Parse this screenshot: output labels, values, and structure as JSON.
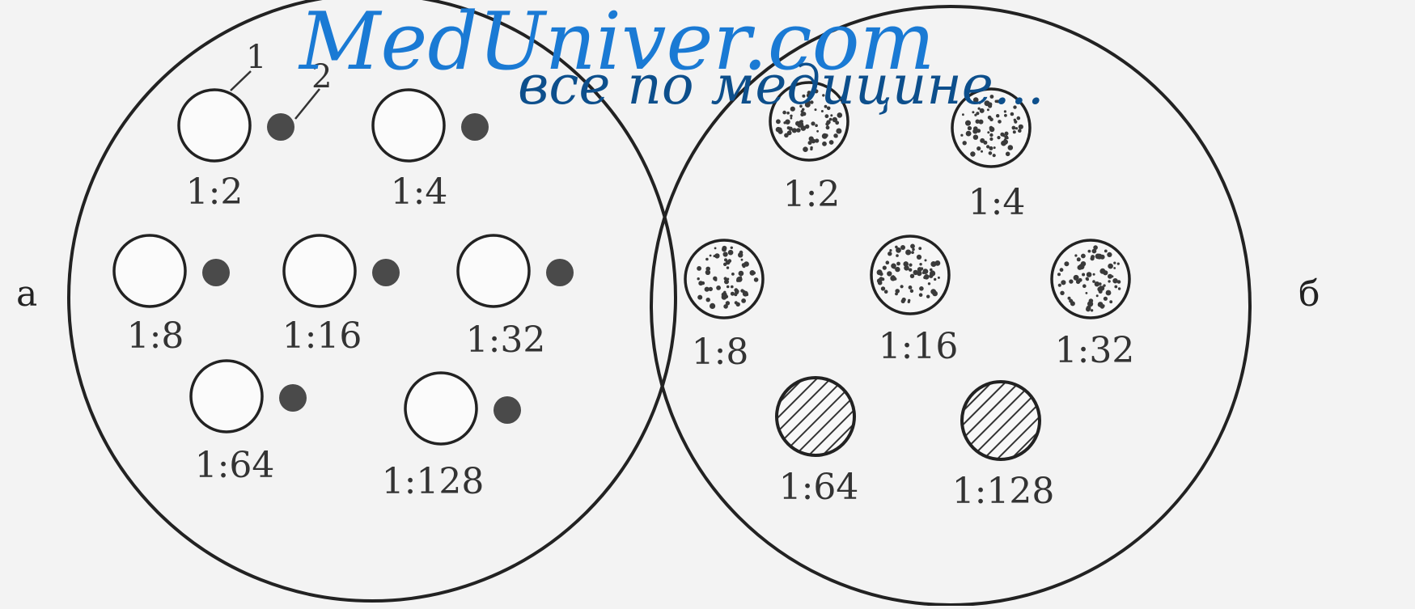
{
  "watermark": {
    "title": "MedUniver.com",
    "subtitle": "все по медицине..."
  },
  "plates": {
    "a": {
      "label": "а",
      "callouts": [
        "1",
        "2"
      ],
      "wells": [
        {
          "dilution": "1:2",
          "state": "clear"
        },
        {
          "dilution": "1:4",
          "state": "clear"
        },
        {
          "dilution": "1:8",
          "state": "clear"
        },
        {
          "dilution": "1:16",
          "state": "clear"
        },
        {
          "dilution": "1:32",
          "state": "clear"
        },
        {
          "dilution": "1:64",
          "state": "clear"
        },
        {
          "dilution": "1:128",
          "state": "clear"
        }
      ]
    },
    "b": {
      "label": "б",
      "wells": [
        {
          "dilution": "1:2",
          "state": "dotted"
        },
        {
          "dilution": "1:4",
          "state": "dotted"
        },
        {
          "dilution": "1:8",
          "state": "dotted"
        },
        {
          "dilution": "1:16",
          "state": "dotted"
        },
        {
          "dilution": "1:32",
          "state": "dotted"
        },
        {
          "dilution": "1:64",
          "state": "hatched"
        },
        {
          "dilution": "1:128",
          "state": "hatched"
        }
      ]
    }
  },
  "colors": {
    "line": "#222222",
    "disk": "#4a4a4a",
    "background": "#f3f3f3"
  }
}
